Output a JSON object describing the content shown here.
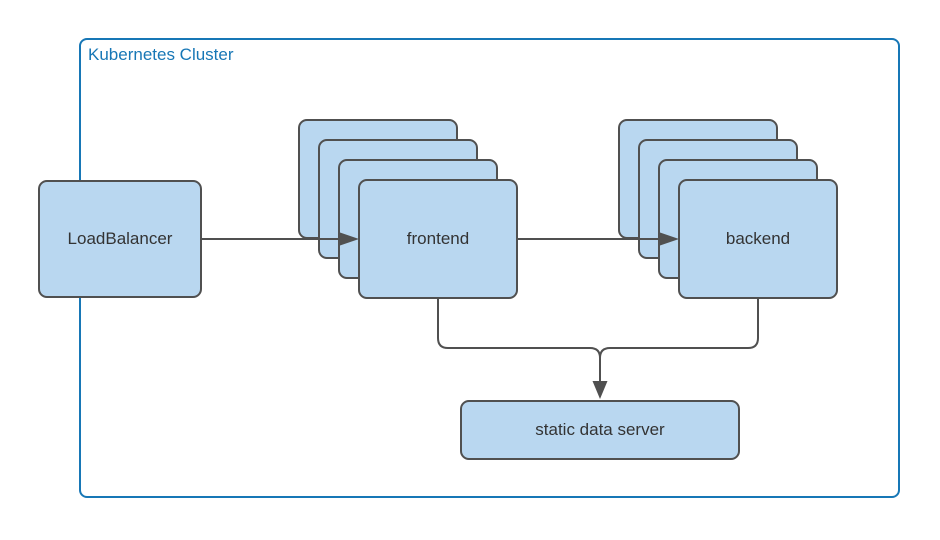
{
  "diagram": {
    "cluster": {
      "label": "Kubernetes Cluster"
    },
    "nodes": {
      "load_balancer": {
        "label": "LoadBalancer"
      },
      "frontend": {
        "label": "frontend",
        "replicas": 4
      },
      "backend": {
        "label": "backend",
        "replicas": 4
      },
      "static_server": {
        "label": "static data server"
      }
    },
    "edges": [
      {
        "from": "LoadBalancer",
        "to": "frontend",
        "arrow": true
      },
      {
        "from": "frontend",
        "to": "backend",
        "arrow": true
      },
      {
        "from": "frontend",
        "to": "static data server",
        "arrow": true
      },
      {
        "from": "backend",
        "to": "static data server",
        "arrow": true
      }
    ],
    "colors": {
      "background": "#FFFFFF",
      "cluster_border": "#1777B6",
      "node_fill": "#B9D7F0",
      "node_border": "#505050",
      "node_text": "#333333",
      "connector": "#505050"
    }
  }
}
